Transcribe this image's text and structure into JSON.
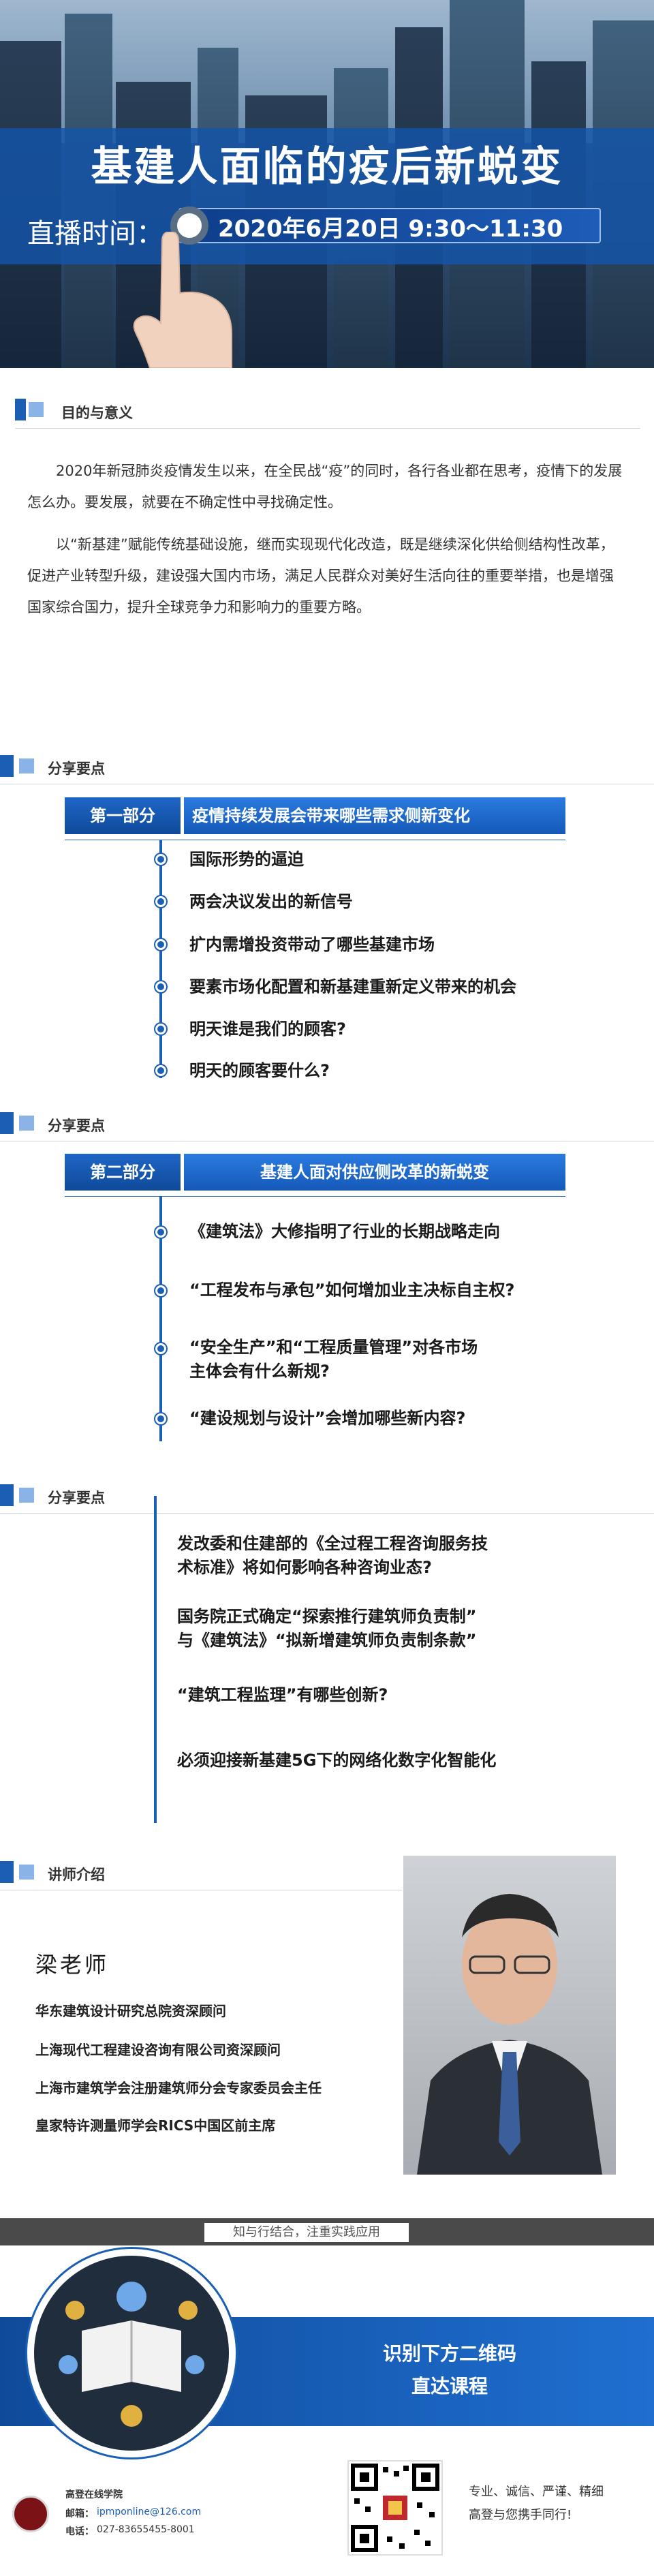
{
  "hero": {
    "title": "基建人面临的疫后新蜕变",
    "time_label": "直播时间：",
    "time_value": "2020年6月20日 9:30～11:30"
  },
  "purpose": {
    "heading": "目的与意义",
    "paragraphs": [
      "2020年新冠肺炎疫情发生以来，在全民战“疫”的同时，各行各业都在思考，疫情下的发展怎么办。要发展，就要在不确定性中寻找确定性。",
      "以“新基建”赋能传统基础设施，继而实现现代化改造，既是继续深化供给侧结构性改革，促进产业转型升级，建设强大国内市场，满足人民群众对美好生活向往的重要举措，也是增强国家综合国力，提升全球竞争力和影响力的重要方略。"
    ]
  },
  "share1": {
    "heading": "分享要点",
    "part": "第一部分",
    "title": "疫情持续发展会带来哪些需求侧新变化",
    "items": [
      "国际形势的逼迫",
      "两会决议发出的新信号",
      "扩内需增投资带动了哪些基建市场",
      "要素市场化配置和新基建重新定义带来的机会",
      "明天谁是我们的顾客?",
      "明天的顾客要什么?"
    ]
  },
  "share2": {
    "heading": "分享要点",
    "part": "第二部分",
    "title": "基建人面对供应侧改革的新蜕变",
    "items": [
      "《建筑法》大修指明了行业的长期战略走向",
      "“工程发布与承包”如何增加业主决标自主权?",
      "“安全生产”和“工程质量管理”对各市场",
      "主体会有什么新规?",
      "“建设规划与设计”会增加哪些新内容?"
    ]
  },
  "share3": {
    "heading": "分享要点",
    "items": [
      "发改委和住建部的《全过程工程咨询服务技",
      "术标准》将如何影响各种咨询业态?",
      "国务院正式确定“探索推行建筑师负责制”",
      "与《建筑法》“拟新增建筑师负责制条款”",
      "“建筑工程监理”有哪些创新?",
      "必须迎接新基建5G下的网络化数字化智能化"
    ]
  },
  "lecturer": {
    "heading": "讲师介绍",
    "name": "梁老师",
    "roles": [
      "华东建筑设计研究总院资深顾问",
      "上海现代工程建设咨询有限公司资深顾问",
      "上海市建筑学会注册建筑师分会专家委员会主任",
      "皇家特许测量师学会RICS中国区前主席"
    ]
  },
  "footer": {
    "slogan": "知与行结合，注重实践应用",
    "qr_line1": "识别下方二维码",
    "qr_line2": "直达课程",
    "org": "高登在线学院",
    "email_label": "邮箱：",
    "email": "ipmponline@126.com",
    "phone_label": "电话：",
    "phone": "027-83655455-8001",
    "motto1": "专业、诚信、严谨、精细",
    "motto2": "高登与您携手同行!"
  },
  "colors": {
    "accent": "#1a5fb4",
    "banner": "#1559b8",
    "dark": "#4a4a4a"
  }
}
